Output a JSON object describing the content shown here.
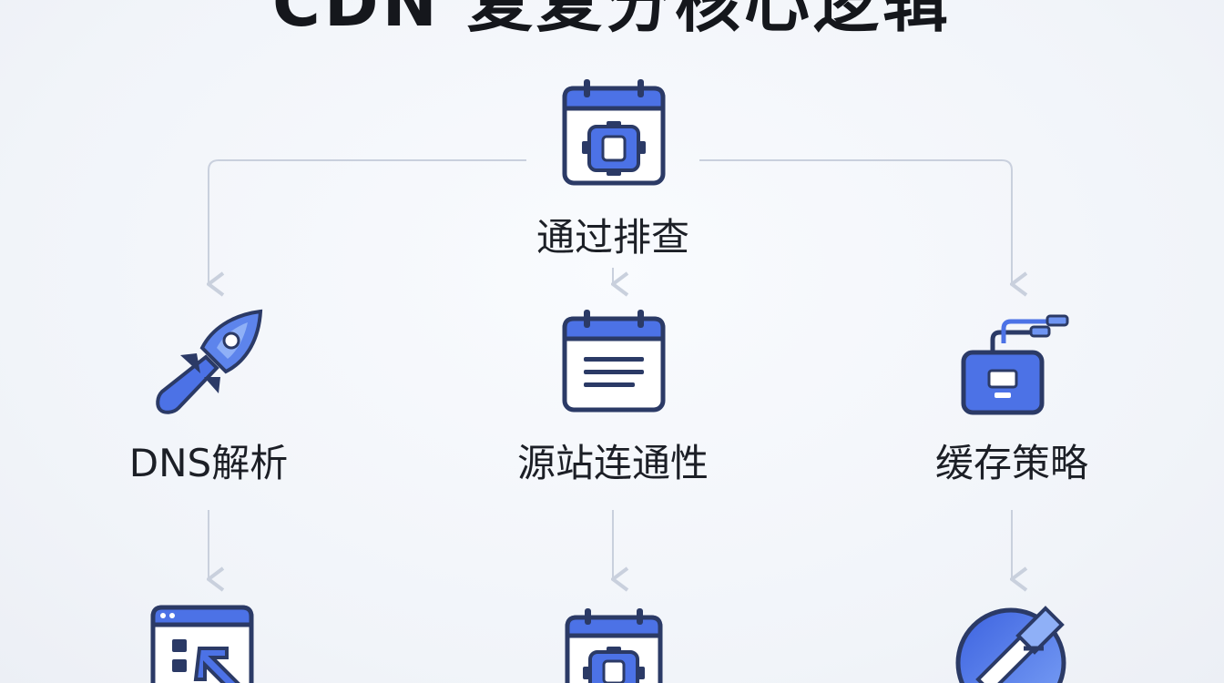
{
  "title": "CDN 复复分核心逻辑",
  "colors": {
    "icon_outline": "#2b3a66",
    "icon_blue": "#3d63e0",
    "icon_blue_light": "#6f95f2",
    "connector": "#c9d0dd"
  },
  "nodes": {
    "root": {
      "label": "通过排查",
      "icon": "calendar-chip-icon"
    },
    "dns": {
      "label": "DNS解析",
      "icon": "rocket-icon"
    },
    "origin": {
      "label": "源站连通性",
      "icon": "calendar-document-icon"
    },
    "cache": {
      "label": "缓存策略",
      "icon": "cache-device-icon"
    },
    "dns_child": {
      "label": "",
      "icon": "browser-window-arrow-icon"
    },
    "origin_child": {
      "label": "",
      "icon": "calendar-chip-icon"
    },
    "cache_child": {
      "label": "",
      "icon": "wrench-circle-icon"
    }
  }
}
